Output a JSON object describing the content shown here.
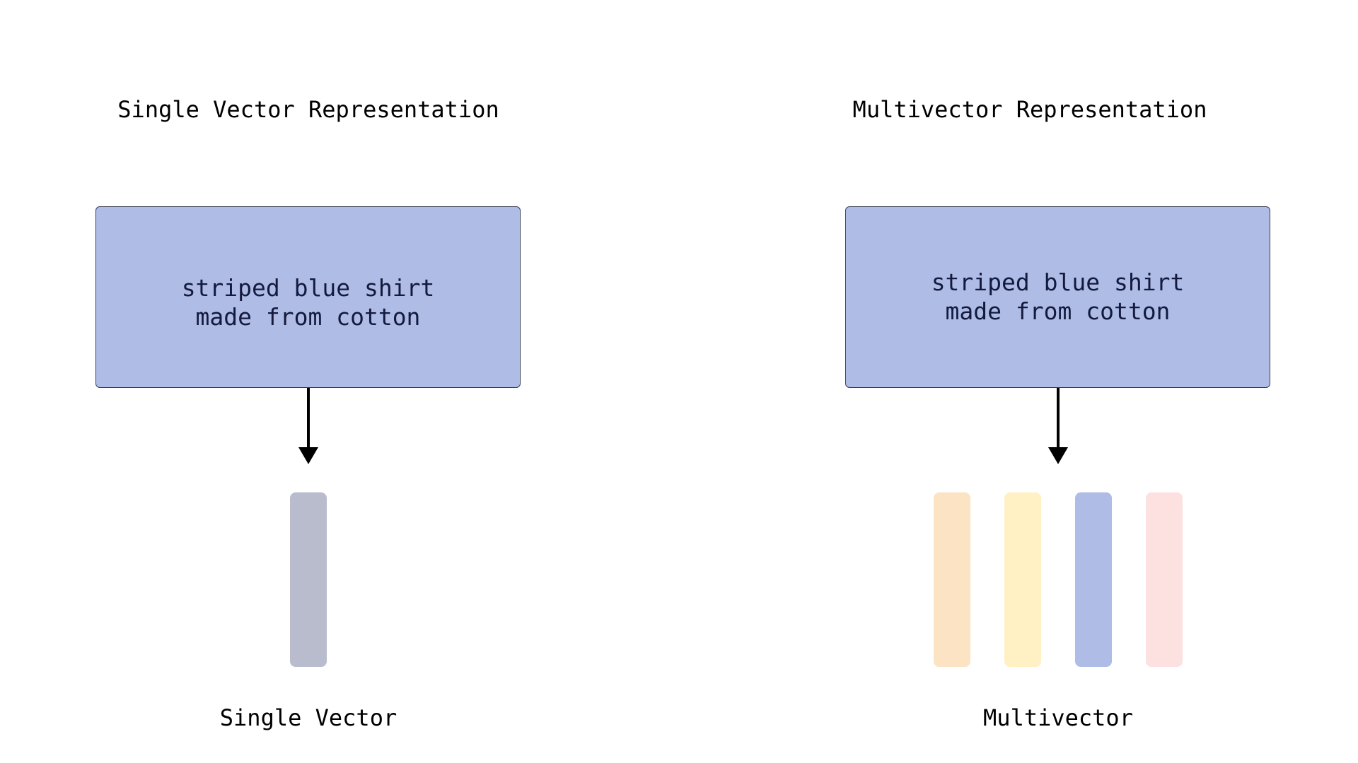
{
  "left": {
    "heading": "Single Vector Representation",
    "input_text": "striped blue shirt\nmade from cotton",
    "caption": "Single Vector",
    "vectors": [
      {
        "color": "#b8bccd"
      }
    ]
  },
  "right": {
    "heading": "Multivector Representation",
    "input_text": "striped blue shirt\nmade from cotton",
    "caption": "Multivector",
    "vectors": [
      {
        "color": "#fce3c4"
      },
      {
        "color": "#fff1c4"
      },
      {
        "color": "#aebce6"
      },
      {
        "color": "#fde0e0"
      }
    ]
  },
  "colors": {
    "box_fill": "#aebce6",
    "box_border": "#3a3f55",
    "arrow": "#000000"
  }
}
